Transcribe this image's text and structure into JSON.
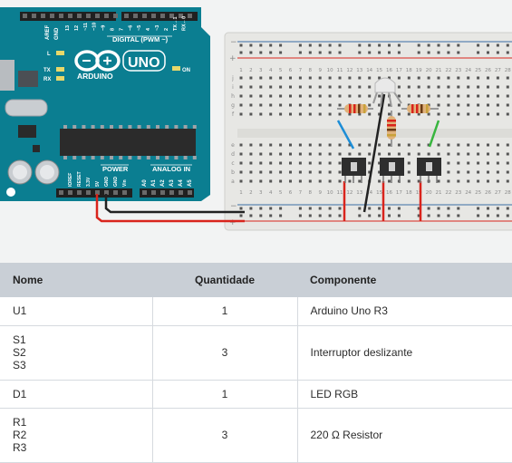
{
  "arduino": {
    "aref": "AREF",
    "gnd": "GND",
    "digital_header": "DIGITAL (PWM ~)",
    "digital_pins": [
      "13",
      "12",
      "~11",
      "~10",
      "~9",
      "8",
      "7",
      "~6",
      "~5",
      "4",
      "~3",
      "2",
      "TX→1",
      "RX←0"
    ],
    "brand": "ARDUINO",
    "model": "UNO",
    "led_l": "L",
    "led_tx": "TX",
    "led_rx": "RX",
    "led_on": "ON",
    "power_label": "POWER",
    "analog_label": "ANALOG IN",
    "power_pins": [
      "IOREF",
      "RESET",
      "3.3V",
      "5V",
      "GND",
      "GND",
      "Vin"
    ],
    "analog_pins": [
      "A0",
      "A1",
      "A2",
      "A3",
      "A4",
      "A5"
    ]
  },
  "breadboard": {
    "column_numbers": [
      "1",
      "2",
      "3",
      "4",
      "5",
      "6",
      "7",
      "8",
      "9",
      "10",
      "11",
      "12",
      "13",
      "14",
      "15",
      "16",
      "17",
      "18",
      "19",
      "20",
      "21",
      "22",
      "23",
      "24",
      "25",
      "26",
      "27",
      "28"
    ],
    "row_letters_top": [
      "j",
      "i",
      "h",
      "g",
      "f"
    ],
    "row_letters_bottom": [
      "e",
      "d",
      "c",
      "b",
      "a"
    ],
    "rail_minus": "−",
    "rail_plus": "+"
  },
  "table": {
    "headers": {
      "name": "Nome",
      "quantity": "Quantidade",
      "component": "Componente"
    },
    "rows": [
      {
        "names": [
          "U1"
        ],
        "quantity": "1",
        "component": "Arduino Uno R3"
      },
      {
        "names": [
          "S1",
          "S2",
          "S3"
        ],
        "quantity": "3",
        "component": "Interruptor deslizante"
      },
      {
        "names": [
          "D1"
        ],
        "quantity": "1",
        "component": "LED RGB"
      },
      {
        "names": [
          "R1",
          "R2",
          "R3"
        ],
        "quantity": "3",
        "component": "220 Ω Resistor"
      }
    ]
  },
  "colors": {
    "arduino_board": "#0b7e91",
    "breadboard": "#e7e7e4",
    "rail_red": "#d9241c",
    "rail_blue": "#3a6ea5",
    "wire_red": "#d9241c",
    "wire_black": "#222222",
    "wire_blue": "#1c8dd6",
    "wire_green": "#38b53e",
    "table_header": "#c9cfd6"
  }
}
